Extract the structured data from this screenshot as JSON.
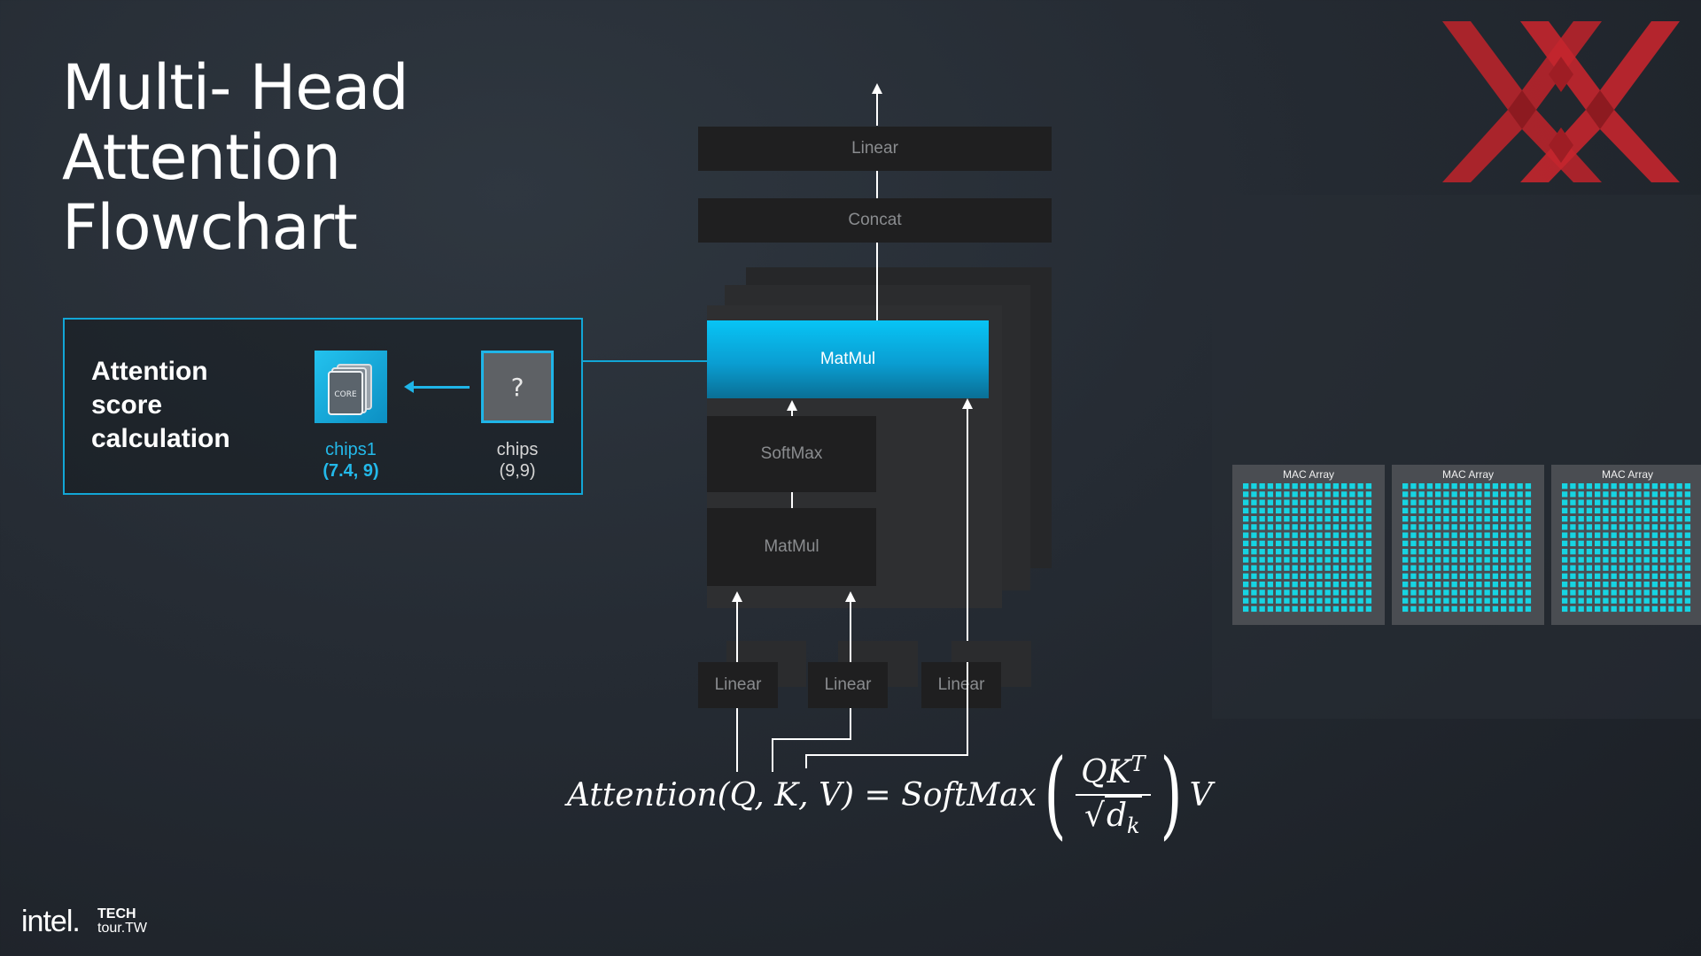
{
  "title": {
    "line1": "Multi- Head",
    "line2": "Attention",
    "line3": "Flowchart"
  },
  "panel": {
    "title_line1": "Attention",
    "title_line2": "score",
    "title_line3": "calculation",
    "chip1": {
      "name": "chips1",
      "coord": "(7.4, 9)",
      "logo_text": "CORE"
    },
    "chip2": {
      "symbol": "?",
      "name": "chips",
      "coord": "(9,9)"
    }
  },
  "flow": {
    "top_linear": "Linear",
    "concat": "Concat",
    "matmul_top": "MatMul",
    "softmax": "SoftMax",
    "matmul_bottom": "MatMul",
    "linear_inputs": [
      "Linear",
      "Linear",
      "Linear"
    ]
  },
  "formula": {
    "lhs": "Attention(Q, K, V) = SoftMax",
    "num": "QK",
    "num_sup": "T",
    "den": "d",
    "den_sub": "k",
    "rhs": "V"
  },
  "mac_arrays": [
    "MAC Array",
    "MAC Array",
    "MAC Array"
  ],
  "footer": {
    "brand": "intel.",
    "tech": "TECH",
    "tour": "tour.TW"
  },
  "colors": {
    "accent": "#12a6d6",
    "matmul_top": "#08c4f5",
    "mac_cells": "#16d4e2",
    "logo_red": "#c4262e"
  }
}
